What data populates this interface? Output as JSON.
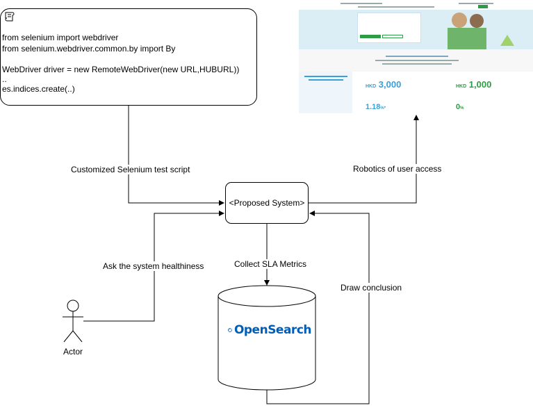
{
  "code_box": {
    "lines": [
      "from selenium import webdriver",
      "from selenium.webdriver.common.by import By",
      "",
      "WebDriver driver = new RemoteWebDriver(new URL,HUBURL))",
      "..",
      "es.indices.create(..)"
    ]
  },
  "labels": {
    "selenium_script": "Customized Selenium test script",
    "robotics": "Robotics of user access",
    "ask_health": "Ask the system healthiness",
    "collect_sla": "Collect SLA Metrics",
    "draw_conclusion": "Draw conclusion",
    "actor": "Actor"
  },
  "proposed_system": "<Proposed System>",
  "opensearch": {
    "logo_text": "OpenSearch",
    "brand_color": "#005EB8",
    "accent_color": "#00A3E0"
  },
  "website": {
    "metric_1": "3,000",
    "metric_1_prefix": "HKD",
    "metric_2": "1,000",
    "metric_2_prefix": "HKD",
    "metric_3": "1.18",
    "metric_3_suffix": "%*",
    "metric_4": "0",
    "metric_4_suffix": "%"
  }
}
